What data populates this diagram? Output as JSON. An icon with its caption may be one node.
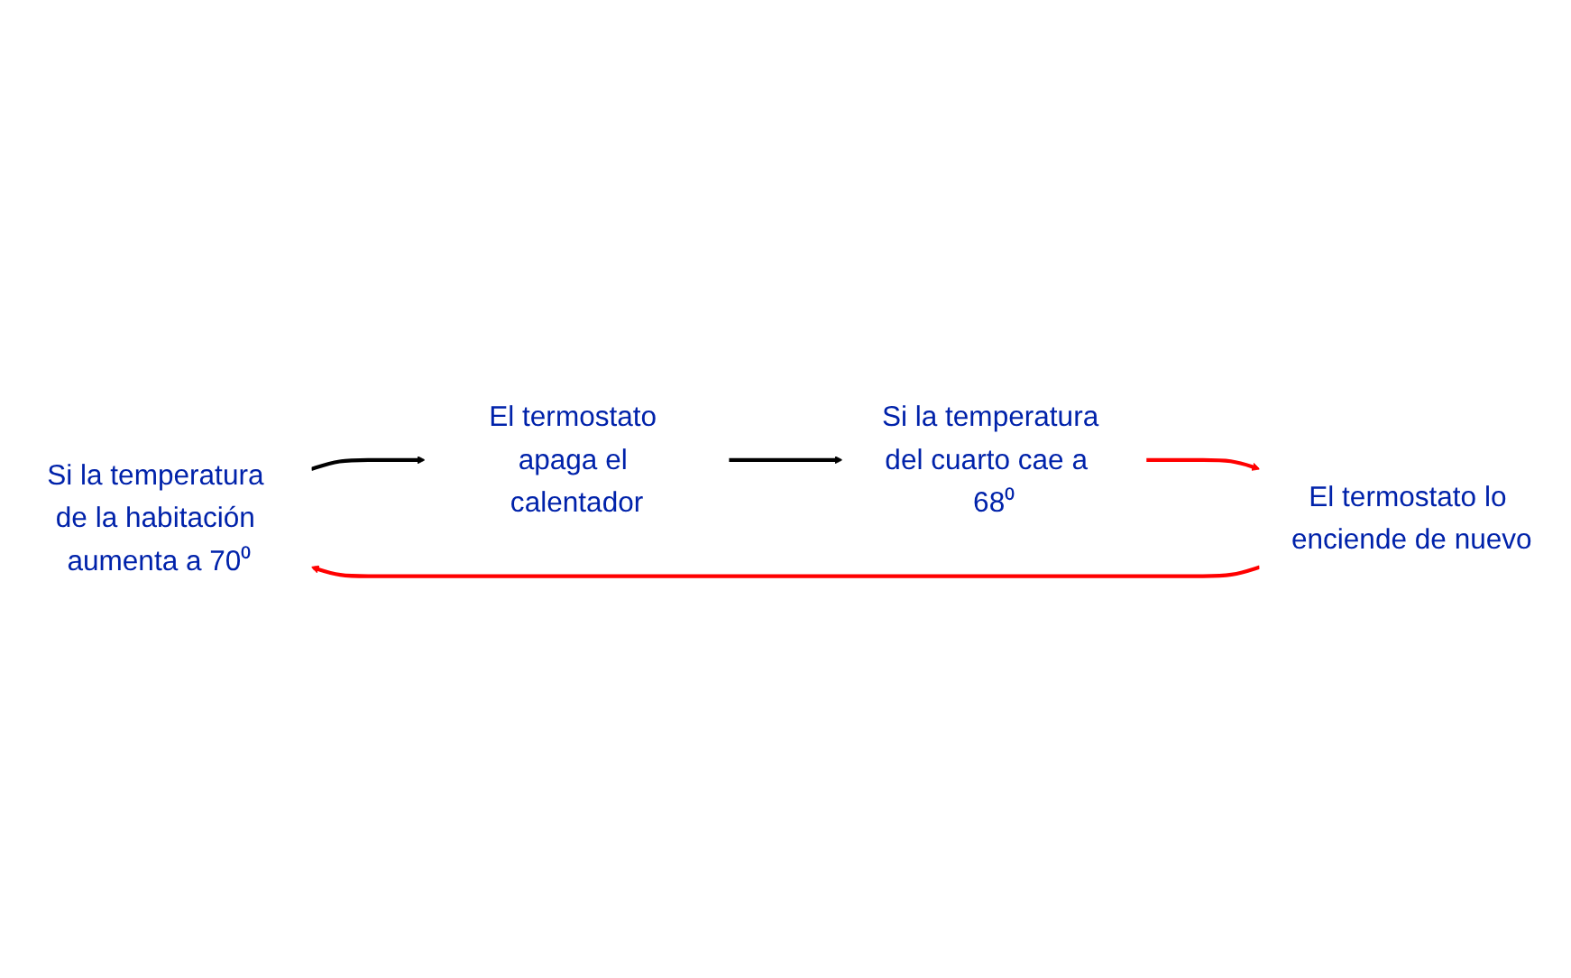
{
  "diagram": {
    "nodes": [
      {
        "text": [
          "Si la temperatura de la habitación aumenta a 70⁰"
        ]
      },
      {
        "text": [
          "El termostato apaga el calentador"
        ]
      },
      {
        "text": [
          "Si la temperatura del cuarto cae a  68⁰"
        ]
      },
      {
        "text": [
          "El termostato lo enciende de nuevo"
        ]
      }
    ],
    "edges": [
      {
        "from": 0,
        "to": 1,
        "arrow": "to"
      },
      {
        "from": 1,
        "to": 2,
        "arrow": "to"
      },
      {
        "from": 2,
        "to": 3,
        "arrow": "to",
        "color": "#ff0000"
      },
      {
        "from": 3,
        "to": 0,
        "arrow": "to",
        "color": "#ff0000"
      }
    ]
  }
}
